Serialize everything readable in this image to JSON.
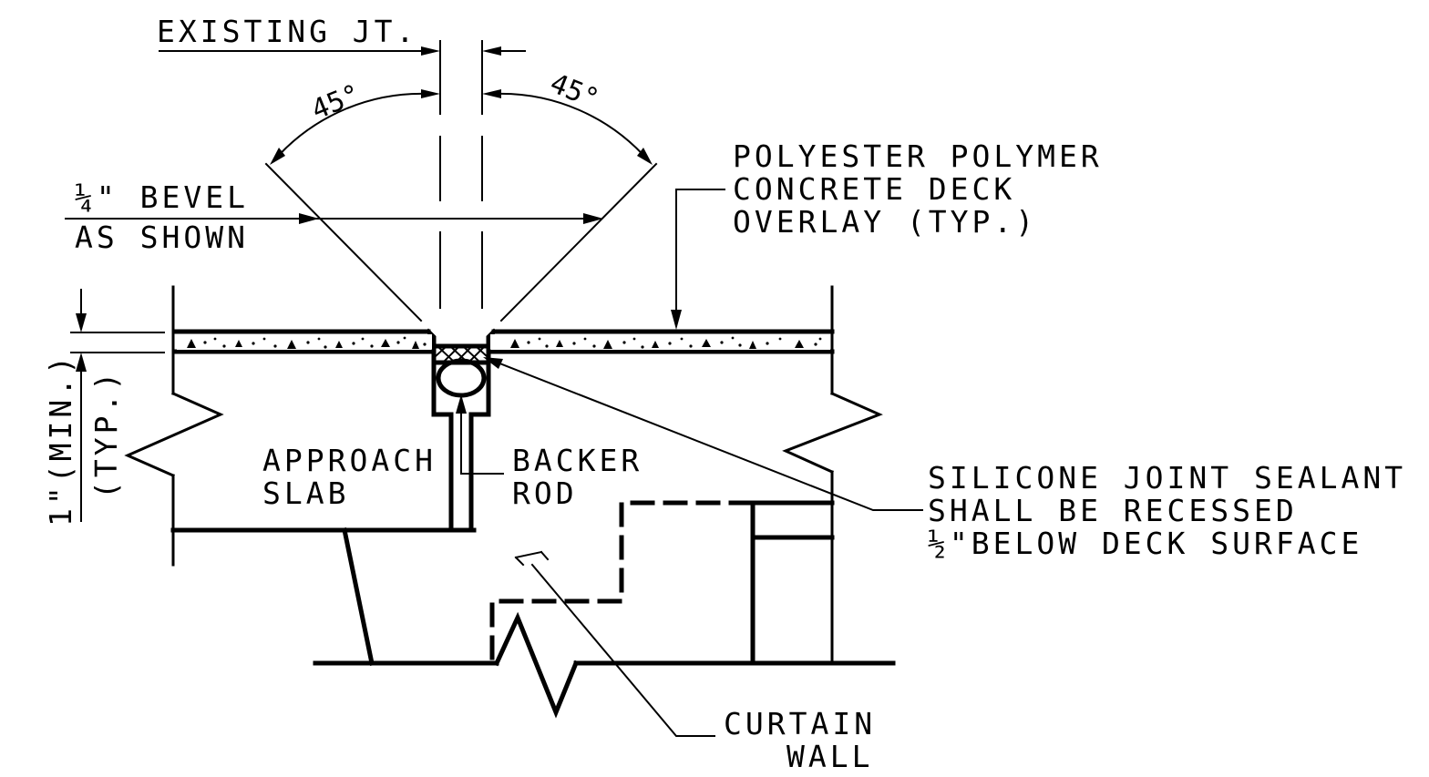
{
  "labels": {
    "existing_joint": "EXISTING JT.",
    "angle_left": "45°",
    "angle_right": "45°",
    "bevel_line1": "¼\" BEVEL",
    "bevel_line2": "AS SHOWN",
    "overlay_line1": "POLYESTER POLYMER",
    "overlay_line2": "CONCRETE DECK",
    "overlay_line3": "OVERLAY (TYP.)",
    "thickness_line1": "1\"(MIN.)",
    "thickness_line2": "(TYP.)",
    "slab_line1": "APPROACH",
    "slab_line2": "SLAB",
    "backer_line1": "BACKER",
    "backer_line2": "ROD",
    "sealant_line1": "SILICONE JOINT SEALANT",
    "sealant_line2": "SHALL BE RECESSED",
    "sealant_line3": "½\"BELOW DECK SURFACE",
    "curtain_line1": "CURTAIN",
    "curtain_line2": "WALL"
  }
}
